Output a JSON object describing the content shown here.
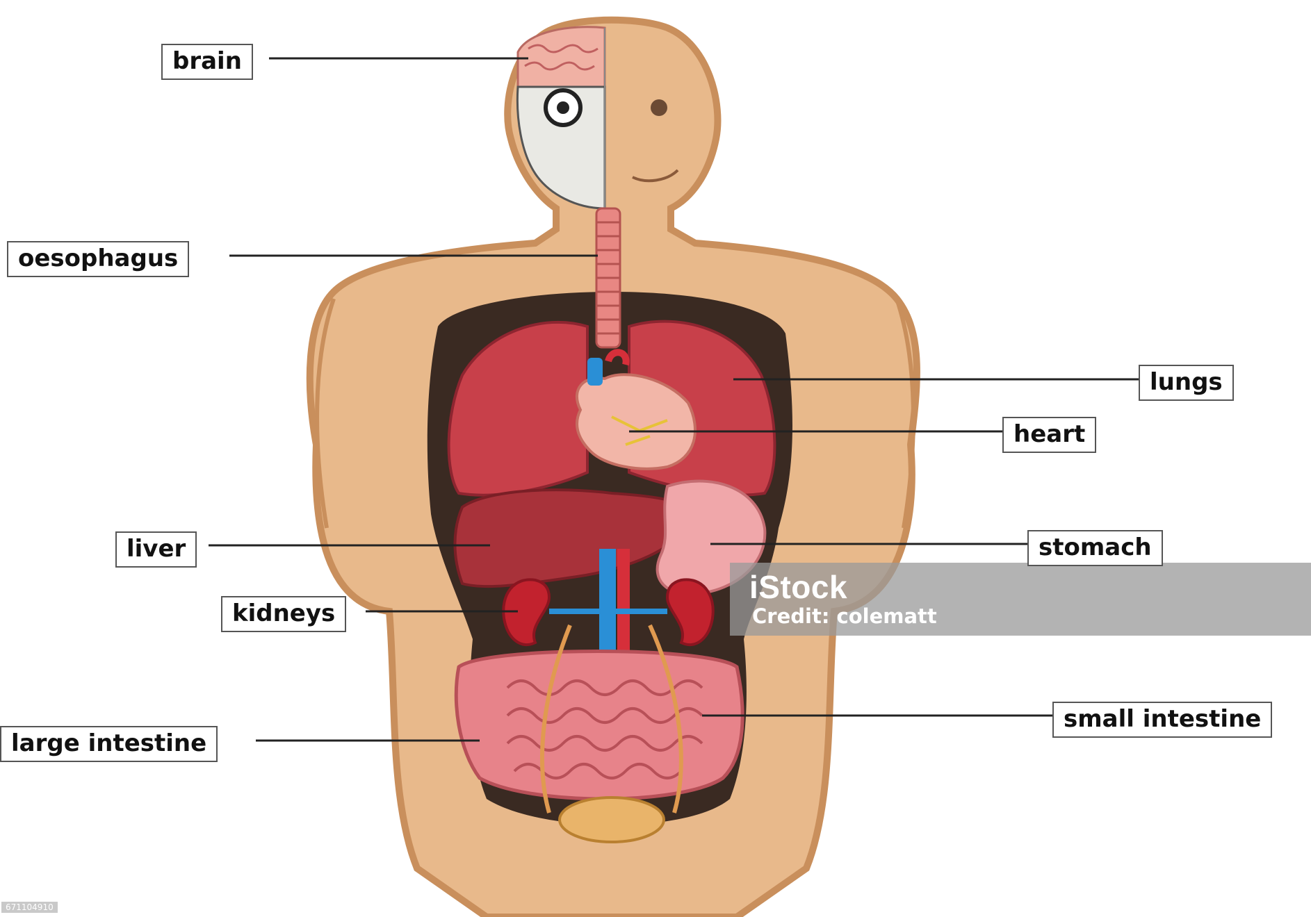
{
  "labels": {
    "brain": "brain",
    "oesophagus": "oesophagus",
    "lungs": "lungs",
    "heart": "heart",
    "liver": "liver",
    "stomach": "stomach",
    "kidneys": "kidneys",
    "large_intestine": "large intestine",
    "small_intestine": "small intestine"
  },
  "watermark": {
    "brand": "iStock",
    "credit": "Credit: colematt",
    "stock_id": "671104910"
  },
  "colors": {
    "skin": "#e8b98b",
    "skin_shadow": "#c98f5c",
    "cavity": "#3a2a22",
    "lung": "#c8404a",
    "heart": "#f2b6a8",
    "liver": "#a8323a",
    "stomach": "#f0a7aa",
    "kidney": "#c2222e",
    "intestine": "#e7838a",
    "artery": "#d62f3a",
    "vein": "#2a8fd6"
  }
}
